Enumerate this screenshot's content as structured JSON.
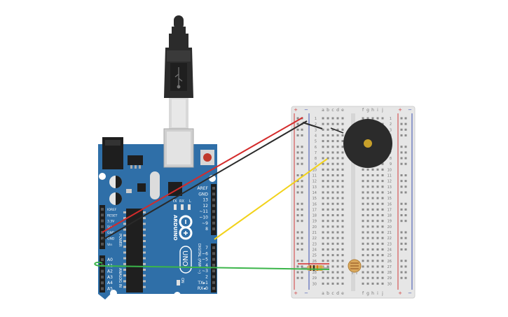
{
  "colors": {
    "board": "#2f6fa8",
    "board_dark": "#255d8e",
    "breadboard": "#e6e6e6",
    "wire_red": "#d42b2b",
    "wire_black": "#2a2a2a",
    "wire_yellow": "#f2d21a",
    "wire_green": "#3bb54a",
    "buzzer": "#2b2b2b",
    "buzzer_center": "#c8a02a",
    "usb_body": "#2b2b2b",
    "rail_red": "#d23a3a",
    "rail_blue": "#3a4fb0"
  },
  "arduino": {
    "brand": "ARDUINO",
    "model": "UNO",
    "digital_label": "DIGITAL (PWM ~)",
    "power_label": "POWER",
    "analog_label": "ANALOG IN",
    "on_label": "ON",
    "tx_label": "TX",
    "rx_label": "RX",
    "l_label": "L",
    "right_header": [
      "AREF",
      "GND",
      "13",
      "12",
      "~11",
      "~10",
      "~9",
      "8",
      "7",
      "~6",
      "~5",
      "4",
      "~3",
      "2",
      "TX▸1",
      "RX◂0"
    ],
    "power_header": [
      "IOREF",
      "RESET",
      "3.3V",
      "5V",
      "GND",
      "GND",
      "Vin"
    ],
    "analog_header": [
      "A0",
      "A1",
      "A2",
      "A3",
      "A4",
      "A5"
    ]
  },
  "breadboard": {
    "columns_left": [
      "a",
      "b",
      "c",
      "d",
      "e"
    ],
    "columns_right": [
      "f",
      "g",
      "h",
      "i",
      "j"
    ],
    "rows": [
      "1",
      "2",
      "3",
      "4",
      "5",
      "6",
      "7",
      "8",
      "9",
      "10",
      "11",
      "12",
      "13",
      "14",
      "15",
      "16",
      "17",
      "18",
      "19",
      "20",
      "21",
      "22",
      "23",
      "24",
      "25",
      "26",
      "27",
      "28",
      "29",
      "30"
    ],
    "rail_plus": "+",
    "rail_minus": "−"
  },
  "components": {
    "usb_cable": "usb-b-cable",
    "buzzer": "piezo-buzzer",
    "resistor": "resistor",
    "photoresistor": "photoresistor"
  }
}
